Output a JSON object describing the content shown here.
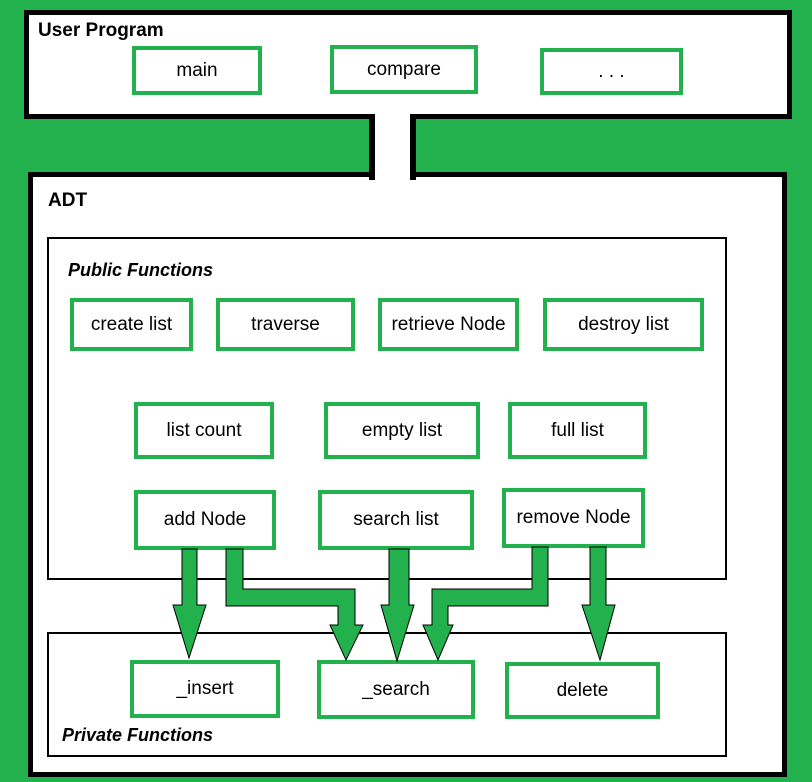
{
  "colors": {
    "green": "#22B14C",
    "black": "#000000",
    "white": "#FFFFFF"
  },
  "user_program": {
    "title": "User Program",
    "nodes": [
      "main",
      "compare",
      ". . ."
    ]
  },
  "adt": {
    "title": "ADT",
    "public_section": {
      "title": "Public Functions",
      "rows": [
        [
          "create list",
          "traverse",
          "retrieve Node",
          "destroy list"
        ],
        [
          "list count",
          "empty list",
          "full list"
        ],
        [
          "add Node",
          "search list",
          "remove Node"
        ]
      ]
    },
    "private_section": {
      "title": "Private Functions",
      "nodes": [
        "_insert",
        "_search",
        "delete"
      ]
    }
  },
  "connections": [
    {
      "from": "add Node",
      "to": "_insert"
    },
    {
      "from": "add Node",
      "to": "_search"
    },
    {
      "from": "search list",
      "to": "_search"
    },
    {
      "from": "remove Node",
      "to": "_search"
    },
    {
      "from": "remove Node",
      "to": "delete"
    }
  ]
}
